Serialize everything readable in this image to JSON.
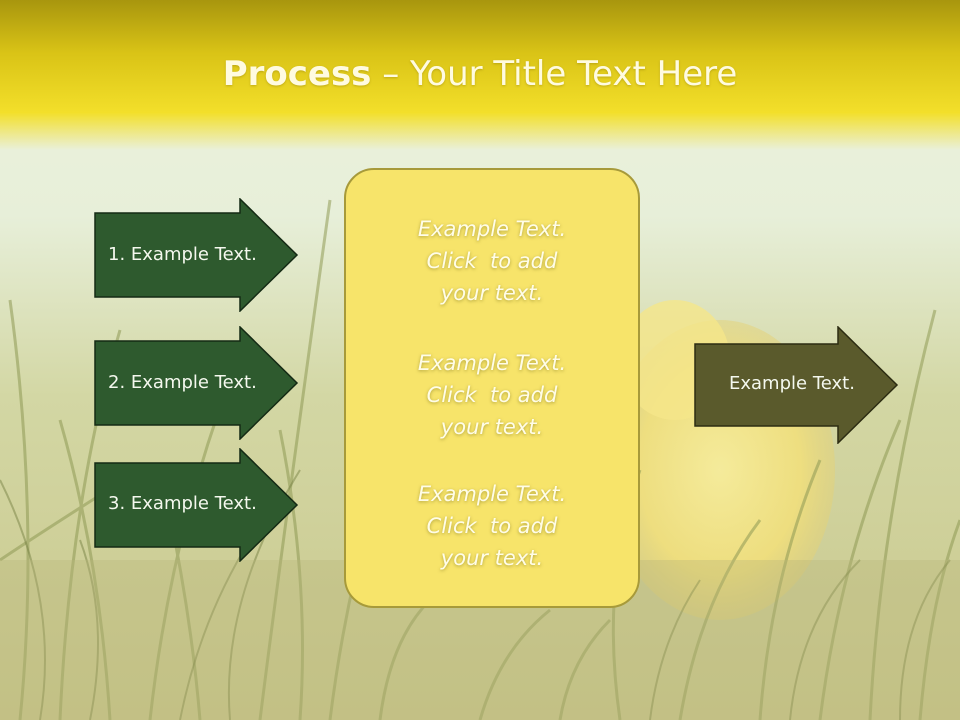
{
  "slide": {
    "title_bold": "Process",
    "title_rest": " – Your Title Text Here",
    "steps": [
      {
        "label": "1. Example Text."
      },
      {
        "label": "2. Example Text."
      },
      {
        "label": "3. Example Text."
      }
    ],
    "center_blocks": [
      {
        "line1": "Example Text.",
        "line2": "Click  to add",
        "line3": "your text."
      },
      {
        "line1": "Example Text.",
        "line2": "Click  to add",
        "line3": "your text."
      },
      {
        "line1": "Example Text.",
        "line2": "Click  to add",
        "line3": "your text."
      }
    ],
    "result": {
      "label": "Example Text."
    }
  },
  "colors": {
    "step_arrow_fill": "#2e5a2e",
    "result_arrow_fill": "#5a5a2c",
    "center_box_fill": "#f7e46a",
    "title_bar": "#f3df2a"
  }
}
